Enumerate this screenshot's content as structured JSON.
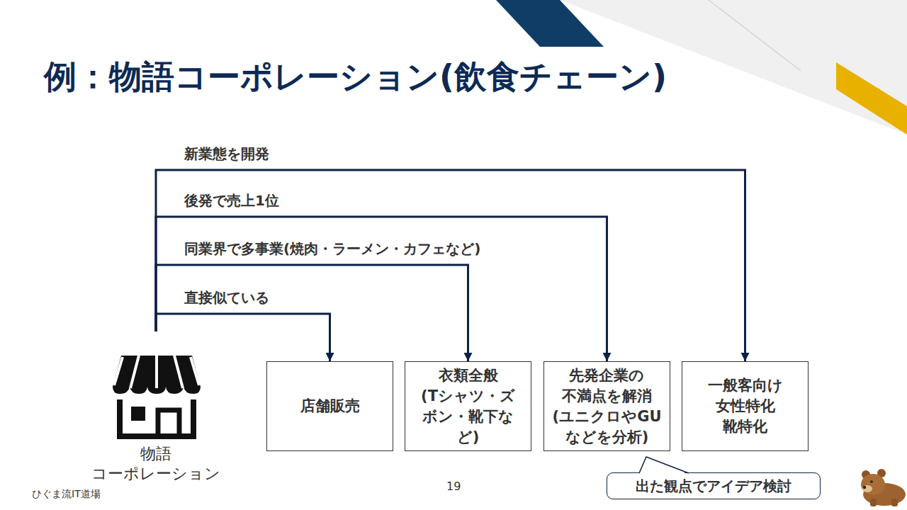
{
  "diagram": {
    "title": "例：物語コーポレーション(飲食チェーン)",
    "nodes": [
      {
        "text": [
          "物語 コーポレーション"
        ]
      },
      {
        "text": [
          "店舗販売"
        ]
      },
      {
        "text": [
          "衣類全般 (Tシャツ・ズボン・靴下など)"
        ]
      },
      {
        "text": [
          "先発企業の 不満点を解消 (ユニクロやGU などを分析)"
        ]
      },
      {
        "text": [
          "一般客向け 女性特化 靴特化"
        ]
      },
      {
        "text": [
          "出た観点でアイデア検討"
        ]
      }
    ],
    "edges": [
      {
        "from": 0,
        "to": 1,
        "arrow": "to",
        "label": "直接似ている"
      },
      {
        "from": 0,
        "to": 2,
        "arrow": "to",
        "label": "同業界で多事業(焼肉・ラーメン・カフェなど)"
      },
      {
        "from": 0,
        "to": 3,
        "arrow": "to",
        "label": "後発で売上1位"
      },
      {
        "from": 0,
        "to": 4,
        "arrow": "to",
        "label": "新業態を開発"
      }
    ],
    "labels": [
      "19",
      "ひぐま流IT道場"
    ]
  }
}
